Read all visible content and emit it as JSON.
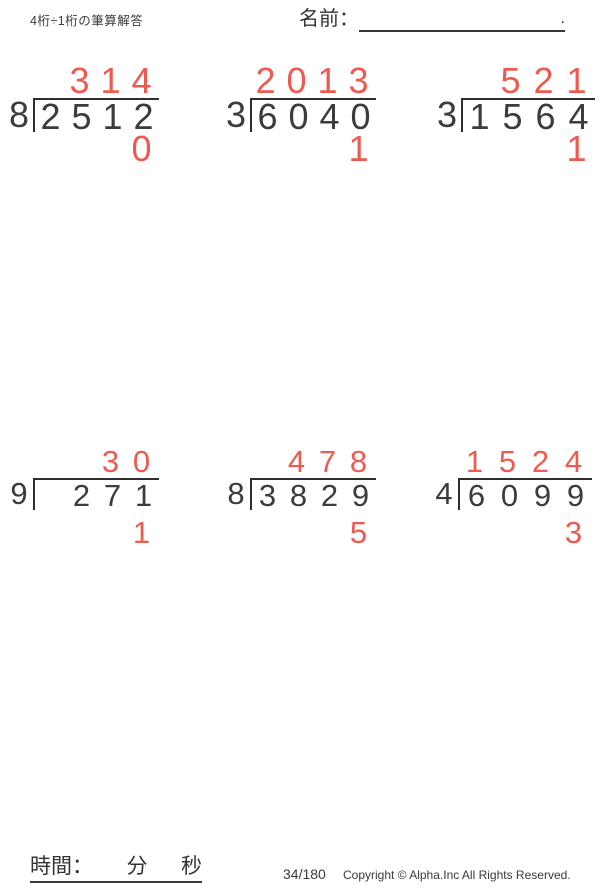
{
  "page": {
    "title": "4桁÷1桁の筆算解答",
    "name_label": "名前：",
    "name_period": "."
  },
  "colors": {
    "accent_red": "#ef5a50",
    "ink": "#3c3c3c",
    "line": "#2e2e2e"
  },
  "problems": [
    {
      "divisor": "8",
      "dividend": [
        "2",
        "5",
        "1",
        "2"
      ],
      "quotient": [
        "",
        "3",
        "1",
        "4"
      ],
      "remainder": [
        "",
        "",
        "",
        "0"
      ]
    },
    {
      "divisor": "3",
      "dividend": [
        "6",
        "0",
        "4",
        "0"
      ],
      "quotient": [
        "2",
        "0",
        "1",
        "3"
      ],
      "remainder": [
        "",
        "",
        "",
        "1"
      ]
    },
    {
      "divisor": "3",
      "dividend": [
        "1",
        "5",
        "6",
        "4"
      ],
      "quotient": [
        "",
        "5",
        "2",
        "1"
      ],
      "remainder": [
        "",
        "",
        "",
        "1"
      ]
    },
    {
      "divisor": "9",
      "dividend": [
        "",
        "2",
        "7",
        "1"
      ],
      "quotient": [
        "",
        "",
        "3",
        "0"
      ],
      "remainder": [
        "",
        "",
        "",
        "1"
      ]
    },
    {
      "divisor": "8",
      "dividend": [
        "3",
        "8",
        "2",
        "9"
      ],
      "quotient": [
        "",
        "4",
        "7",
        "8"
      ],
      "remainder": [
        "",
        "",
        "",
        "5"
      ]
    },
    {
      "divisor": "4",
      "dividend": [
        "6",
        "0",
        "9",
        "9"
      ],
      "quotient": [
        "1",
        "5",
        "2",
        "4"
      ],
      "remainder": [
        "",
        "",
        "",
        "3"
      ]
    }
  ],
  "footer": {
    "time_label": "時間：",
    "minutes_label": "分",
    "seconds_label": "秒",
    "page_number": "34/180",
    "copyright": "Copyright © Alpha.Inc All Rights Reserved."
  }
}
